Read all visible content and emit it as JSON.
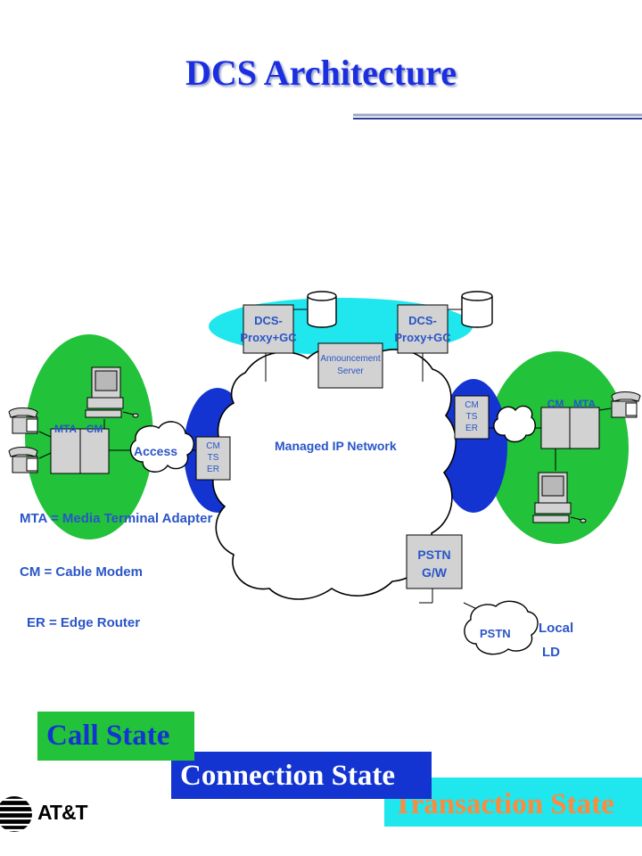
{
  "title": "DCS Architecture",
  "network": {
    "proxy_left_line1": "DCS-",
    "proxy_left_line2": "Proxy+GC",
    "proxy_right_line1": "DCS-",
    "proxy_right_line2": "Proxy+GC",
    "announcement_line1": "Announcement",
    "announcement_line2": "Server",
    "managed_ip": "Managed IP Network",
    "access": "Access",
    "cmts_left": [
      "CM",
      "TS",
      "ER"
    ],
    "cmts_right": [
      "CM",
      "TS",
      "ER"
    ],
    "mta_left": "MTA",
    "cm_left": "CM",
    "cm_right": "CM",
    "mta_right": "MTA",
    "pstn_gw_line1": "PSTN",
    "pstn_gw_line2": "G/W",
    "pstn": "PSTN",
    "local": "Local",
    "ld": "LD"
  },
  "legend": {
    "mta": "MTA = Media Terminal Adapter",
    "cm": "CM = Cable Modem",
    "er": "ER = Edge Router"
  },
  "states": {
    "call": "Call State",
    "connection": "Connection State",
    "transaction": "Transaction State"
  },
  "logo": "AT&T",
  "colors": {
    "title": "#1c2fe0",
    "label_blue": "#2a55c8",
    "green": "#22c23a",
    "blue_oval": "#1434d2",
    "cyan": "#20e6ee",
    "box_gray": "#d2d2d2"
  }
}
